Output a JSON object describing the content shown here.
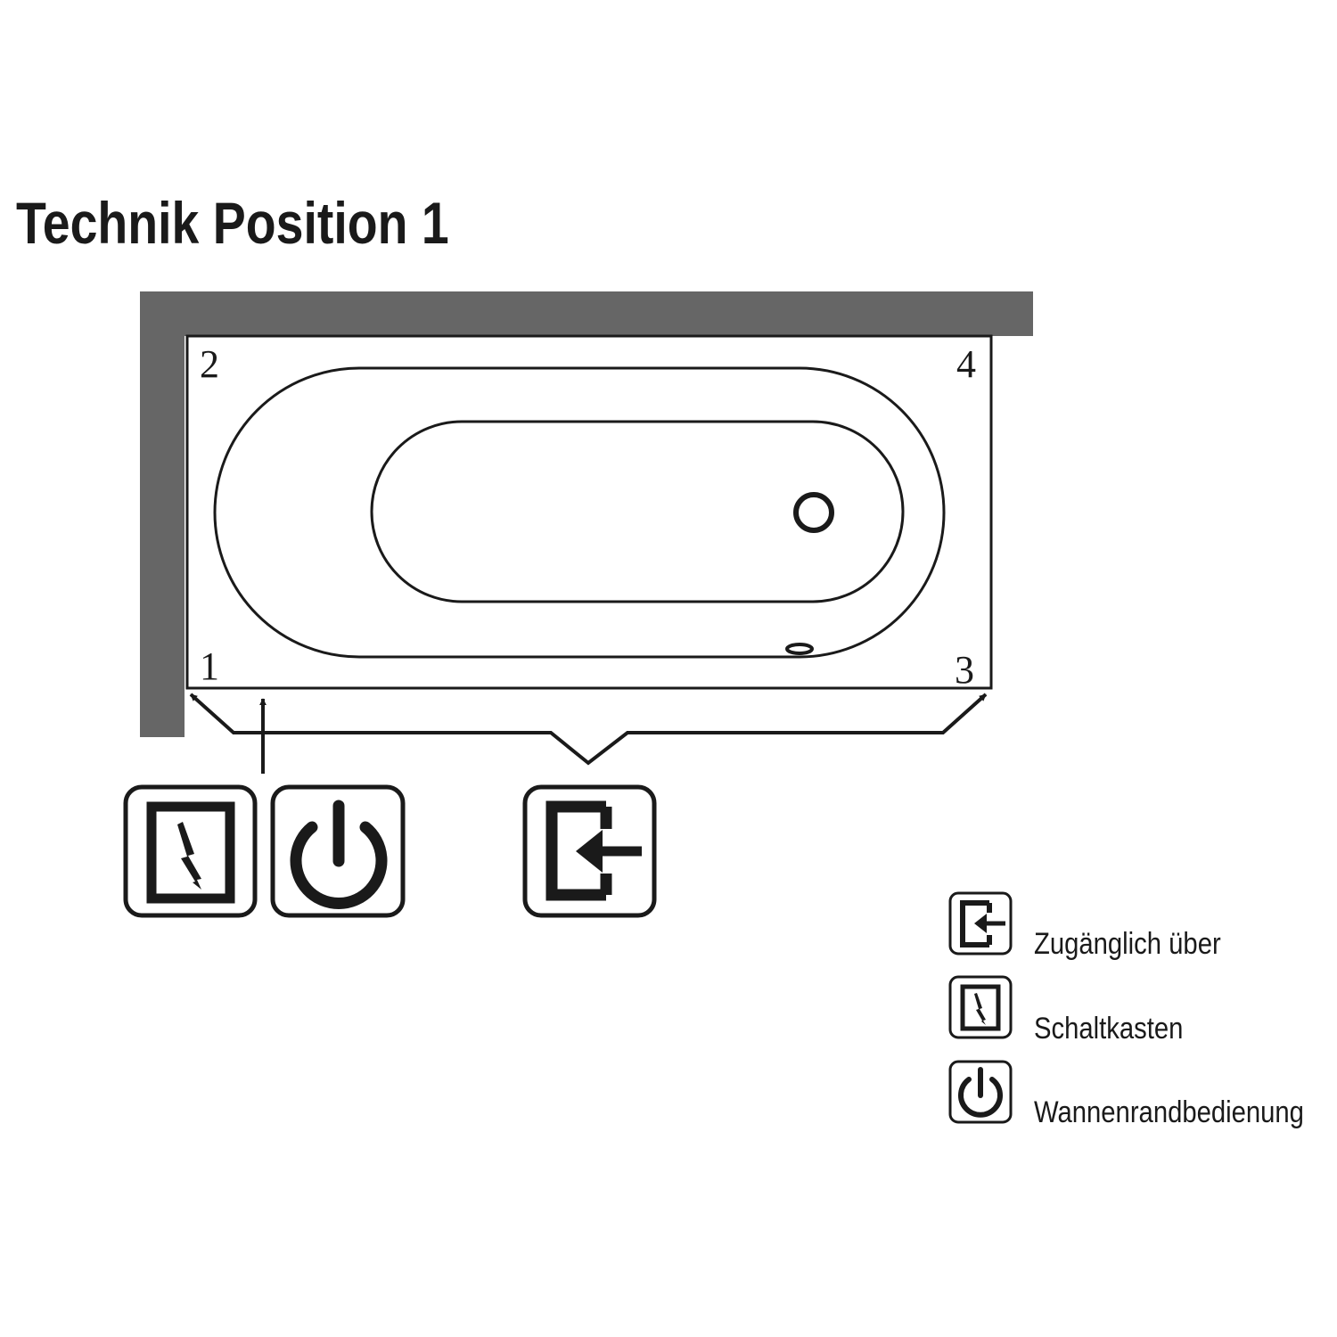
{
  "title": "Technik Position 1",
  "corners": {
    "c1": "1",
    "c2": "2",
    "c3": "3",
    "c4": "4"
  },
  "icons": {
    "schaltkasten": "lightning-box-icon",
    "wannenrandbedienung": "power-icon",
    "zugaenglich": "access-door-icon"
  },
  "legend": [
    {
      "icon": "access-door-icon",
      "label": "Zugänglich über"
    },
    {
      "icon": "lightning-box-icon",
      "label": "Schaltkasten"
    },
    {
      "icon": "power-icon",
      "label": "Wannenrandbedienung"
    }
  ],
  "colors": {
    "wall": "#666666",
    "line": "#1a1a1a"
  }
}
